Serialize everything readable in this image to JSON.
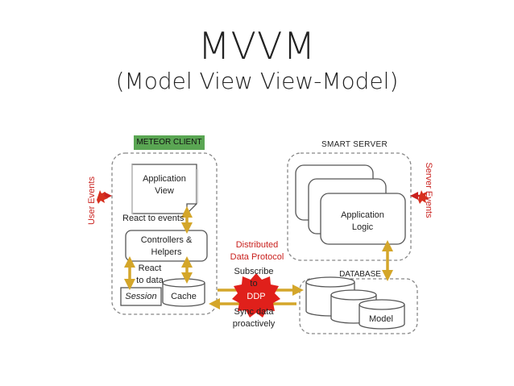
{
  "title": "MVVM",
  "subtitle": "(Model View View-Model)",
  "client": {
    "tab": "METEOR CLIENT",
    "view": "Application\nView",
    "react_events": "React to events",
    "controllers": "Controllers &\nHelpers",
    "react_data": "React\nto data",
    "session": "Session",
    "cache": "Cache",
    "user_events": "User Events"
  },
  "middle": {
    "protocol": "Distributed\nData Protocol",
    "subscribe": "Subscribe\nto",
    "ddp": "DDP",
    "sync": "Sync data\nproactively"
  },
  "server": {
    "label": "SMART SERVER",
    "logic": "Application\nLogic",
    "server_events": "Server Events",
    "database": "DATABASE",
    "model": "Model"
  },
  "colors": {
    "arrow": "#d4a62a",
    "red": "#c9211e",
    "tab": "#5aa653",
    "ddp": "#e0201b"
  }
}
